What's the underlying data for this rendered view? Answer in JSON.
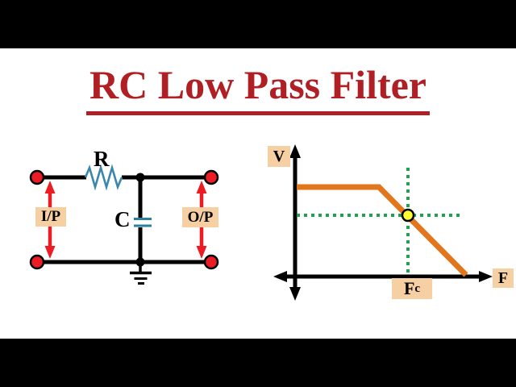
{
  "colors": {
    "title_red": "#B01F24",
    "peach": "#F6CFA2",
    "wire_black": "#000000",
    "terminal_red": "#EC1C24",
    "arrow_red": "#EC1C24",
    "resistor_blue": "#3A87AD",
    "capacitor_teal": "#2C7F9E",
    "curve_orange": "#E2761C",
    "dotted_green": "#1FA34F",
    "point_yellow": "#FFFF33"
  },
  "title": {
    "text": "RC Low Pass Filter"
  },
  "circuit": {
    "resistor_label": "R",
    "capacitor_label": "C",
    "input_label": "I/P",
    "output_label": "O/P"
  },
  "graph": {
    "v_axis_label": "V",
    "f_axis_label": "F",
    "cutoff_main": "F",
    "cutoff_sub": "c",
    "curve_shape": "flat passband from V axis, then linear roll-off crossing cutoff crosshair down to F axis",
    "marker": "yellow dot at intersection of green dotted crosshair (cutoff frequency Fc)"
  }
}
